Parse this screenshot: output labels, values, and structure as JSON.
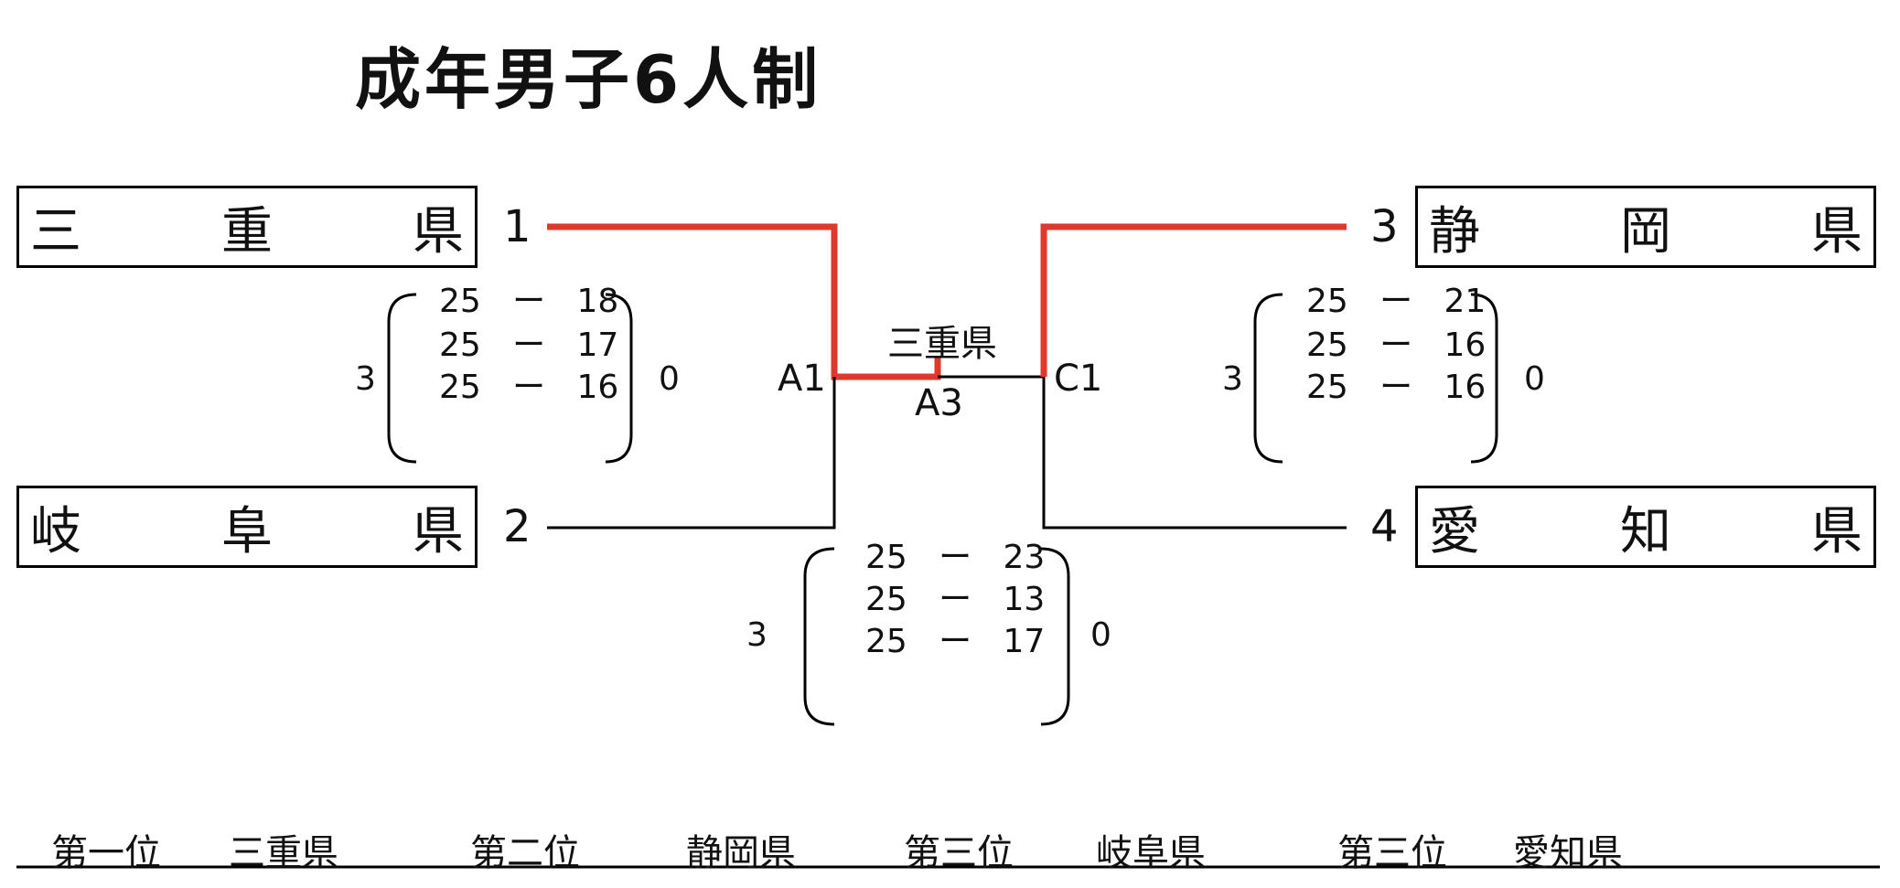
{
  "title": "成年男子6人制",
  "teams": {
    "t1": {
      "seed": "1",
      "chars": [
        "三",
        "重",
        "県"
      ]
    },
    "t2": {
      "seed": "2",
      "chars": [
        "岐",
        "阜",
        "県"
      ]
    },
    "t3": {
      "seed": "3",
      "chars": [
        "静",
        "岡",
        "県"
      ]
    },
    "t4": {
      "seed": "4",
      "chars": [
        "愛",
        "知",
        "県"
      ]
    }
  },
  "match_a1": {
    "code": "A1",
    "sets": [
      [
        "25",
        "18"
      ],
      [
        "25",
        "17"
      ],
      [
        "25",
        "16"
      ]
    ],
    "sets_won": [
      "3",
      "0"
    ]
  },
  "match_c1": {
    "code": "C1",
    "sets": [
      [
        "25",
        "21"
      ],
      [
        "25",
        "16"
      ],
      [
        "25",
        "16"
      ]
    ],
    "sets_won": [
      "3",
      "0"
    ]
  },
  "final": {
    "code": "A3",
    "winner": "三重県",
    "sets": [
      [
        "25",
        "23"
      ],
      [
        "25",
        "13"
      ],
      [
        "25",
        "17"
      ]
    ],
    "sets_won": [
      "3",
      "0"
    ]
  },
  "dash": "ー",
  "rankings": [
    {
      "place": "第一位",
      "team": "三重県"
    },
    {
      "place": "第二位",
      "team": "静岡県"
    },
    {
      "place": "第三位",
      "team": "岐阜県"
    },
    {
      "place": "第三位",
      "team": "愛知県"
    }
  ],
  "colors": {
    "winner_path": "#e0392b",
    "line": "#000000"
  }
}
